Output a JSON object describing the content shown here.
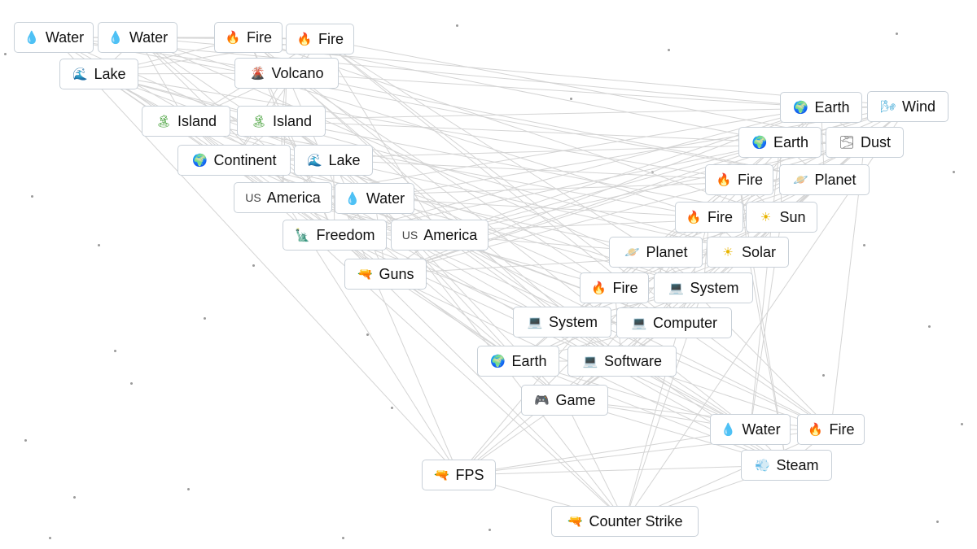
{
  "icon_colors": {
    "water": "#1e9bdc",
    "fire": "#f46a1a",
    "lake": "#1aa0b8",
    "volcano": "#d2321e",
    "island": "#3a9b2e",
    "earth": "#2b7fc4",
    "america": "#444444",
    "freedom": "#2aa39a",
    "gun": "#4a9e2a",
    "wind": "#3aa7d6",
    "dust": "#555555",
    "planet": "#e07a2a",
    "sun": "#e8b400",
    "computer": "#333333",
    "game": "#333333",
    "steam": "#666666"
  },
  "icon_glyphs": {
    "water": "💧",
    "fire": "🔥",
    "lake": "🌊",
    "volcano": "🌋",
    "island": "🏝",
    "earth": "🌍",
    "america": "US",
    "freedom": "🗽",
    "gun": "🔫",
    "wind": "🌬",
    "dust": "🌫",
    "planet": "🪐",
    "sun": "☀",
    "computer": "💻",
    "game": "🎮",
    "steam": "💨"
  },
  "elements": [
    {
      "label": "Water",
      "icon": "water"
    },
    {
      "label": "Water",
      "icon": "water"
    },
    {
      "label": "Fire",
      "icon": "fire"
    },
    {
      "label": "Fire",
      "icon": "fire"
    },
    {
      "label": "Lake",
      "icon": "lake"
    },
    {
      "label": "Volcano",
      "icon": "volcano"
    },
    {
      "label": "Island",
      "icon": "island"
    },
    {
      "label": "Island",
      "icon": "island"
    },
    {
      "label": "Continent",
      "icon": "earth"
    },
    {
      "label": "Lake",
      "icon": "lake"
    },
    {
      "label": "America",
      "icon": "america"
    },
    {
      "label": "Water",
      "icon": "water"
    },
    {
      "label": "Freedom",
      "icon": "freedom"
    },
    {
      "label": "America",
      "icon": "america"
    },
    {
      "label": "Guns",
      "icon": "gun"
    },
    {
      "label": "Earth",
      "icon": "earth"
    },
    {
      "label": "Wind",
      "icon": "wind"
    },
    {
      "label": "Earth",
      "icon": "earth"
    },
    {
      "label": "Dust",
      "icon": "dust"
    },
    {
      "label": "Fire",
      "icon": "fire"
    },
    {
      "label": "Planet",
      "icon": "planet"
    },
    {
      "label": "Fire",
      "icon": "fire"
    },
    {
      "label": "Sun",
      "icon": "sun"
    },
    {
      "label": "Planet",
      "icon": "planet"
    },
    {
      "label": "Solar",
      "icon": "sun"
    },
    {
      "label": "Fire",
      "icon": "fire"
    },
    {
      "label": "System",
      "icon": "computer"
    },
    {
      "label": "System",
      "icon": "computer"
    },
    {
      "label": "Computer",
      "icon": "computer"
    },
    {
      "label": "Earth",
      "icon": "earth"
    },
    {
      "label": "Software",
      "icon": "computer"
    },
    {
      "label": "Game",
      "icon": "game"
    },
    {
      "label": "Water",
      "icon": "water"
    },
    {
      "label": "Fire",
      "icon": "fire"
    },
    {
      "label": "Steam",
      "icon": "steam"
    },
    {
      "label": "FPS",
      "icon": "gun"
    },
    {
      "label": "Counter Strike",
      "icon": "gun"
    }
  ]
}
